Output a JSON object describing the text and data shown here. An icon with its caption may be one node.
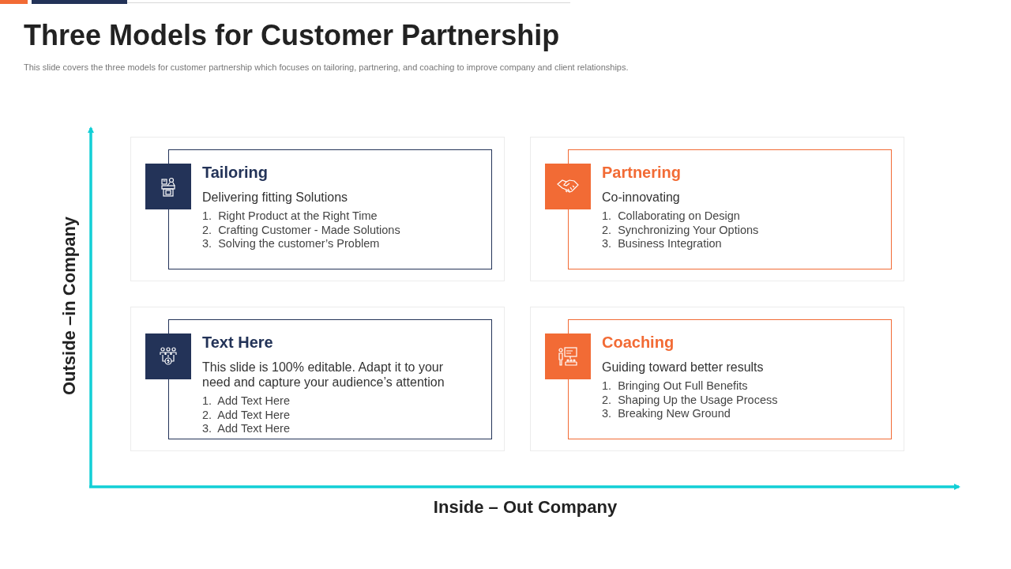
{
  "diagram": {
    "title": "Three Models for Customer Partnership",
    "nodes": [
      {
        "text": [
          "Tailoring",
          "Delivering fitting Solutions",
          "1.  Right Product at the Right Time",
          "2.  Crafting Customer - Made Solutions",
          "3.  Solving the customer’s Problem"
        ]
      },
      {
        "text": [
          "Partnering",
          "Co-innovating",
          "1.  Collaborating on Design",
          "2.  Synchronizing Your Options",
          "3.  Business Integration"
        ]
      },
      {
        "text": [
          "Text Here",
          "This slide is 100% editable. Adapt it to your need and capture your audience’s attention",
          "1.  Add Text Here",
          "2.  Add Text Here",
          "3.  Add Text Here"
        ]
      },
      {
        "text": [
          "Coaching",
          "Guiding toward better results",
          "1.  Bringing Out Full Benefits",
          "2.  Shaping Up the Usage Process",
          "3.  Breaking New Ground"
        ]
      }
    ],
    "labels": [
      "This slide covers the three models for customer partnership which focuses on tailoring, partnering, and coaching to improve company and client relationships.",
      "Outside –in Company",
      "Inside – Out Company"
    ]
  }
}
